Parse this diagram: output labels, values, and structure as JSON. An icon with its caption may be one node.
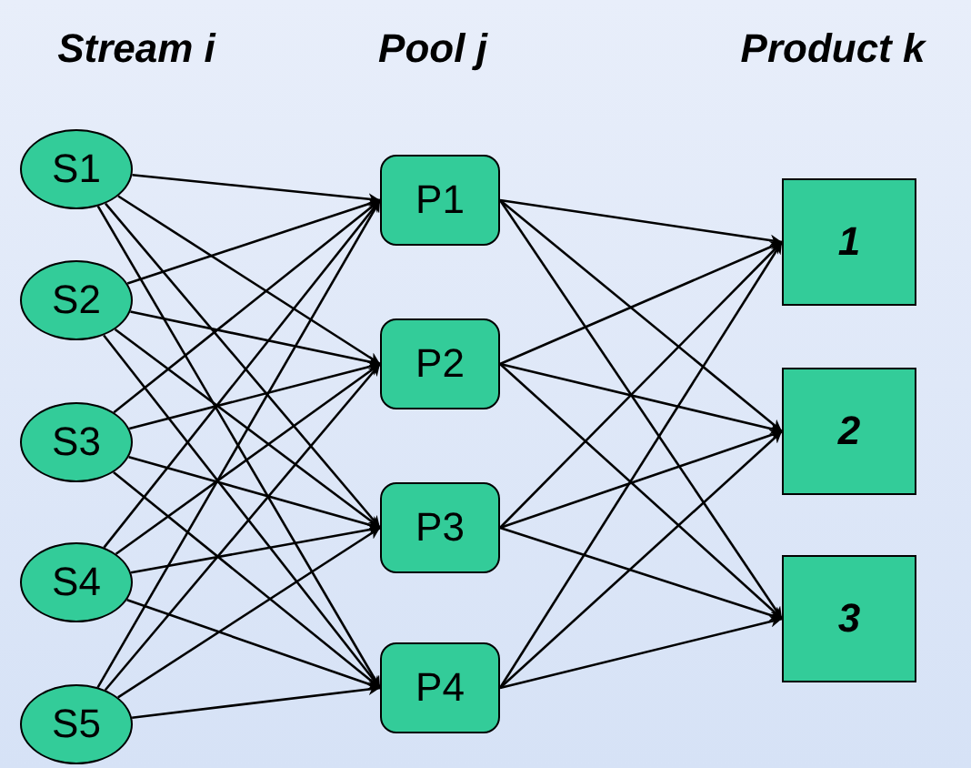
{
  "diagram": {
    "nodes": [
      {
        "text": [
          "S1"
        ]
      },
      {
        "text": [
          "S2"
        ]
      },
      {
        "text": [
          "S3"
        ]
      },
      {
        "text": [
          "S4"
        ]
      },
      {
        "text": [
          "S5"
        ]
      },
      {
        "text": [
          "P1"
        ]
      },
      {
        "text": [
          "P2"
        ]
      },
      {
        "text": [
          "P3"
        ]
      },
      {
        "text": [
          "P4"
        ]
      },
      {
        "text": [
          "1"
        ]
      },
      {
        "text": [
          "2"
        ]
      },
      {
        "text": [
          "3"
        ]
      }
    ],
    "edges": [
      {
        "from": 0,
        "to": 5,
        "arrow": "to"
      },
      {
        "from": 0,
        "to": 6,
        "arrow": "to"
      },
      {
        "from": 0,
        "to": 7,
        "arrow": "to"
      },
      {
        "from": 0,
        "to": 8,
        "arrow": "to"
      },
      {
        "from": 1,
        "to": 5,
        "arrow": "to"
      },
      {
        "from": 1,
        "to": 6,
        "arrow": "to"
      },
      {
        "from": 1,
        "to": 7,
        "arrow": "to"
      },
      {
        "from": 1,
        "to": 8,
        "arrow": "to"
      },
      {
        "from": 2,
        "to": 5,
        "arrow": "to"
      },
      {
        "from": 2,
        "to": 6,
        "arrow": "to"
      },
      {
        "from": 2,
        "to": 7,
        "arrow": "to"
      },
      {
        "from": 2,
        "to": 8,
        "arrow": "to"
      },
      {
        "from": 3,
        "to": 5,
        "arrow": "to"
      },
      {
        "from": 3,
        "to": 6,
        "arrow": "to"
      },
      {
        "from": 3,
        "to": 7,
        "arrow": "to"
      },
      {
        "from": 3,
        "to": 8,
        "arrow": "to"
      },
      {
        "from": 4,
        "to": 5,
        "arrow": "to"
      },
      {
        "from": 4,
        "to": 6,
        "arrow": "to"
      },
      {
        "from": 4,
        "to": 7,
        "arrow": "to"
      },
      {
        "from": 4,
        "to": 8,
        "arrow": "to"
      },
      {
        "from": 5,
        "to": 9,
        "arrow": "to"
      },
      {
        "from": 5,
        "to": 10,
        "arrow": "to"
      },
      {
        "from": 5,
        "to": 11,
        "arrow": "to"
      },
      {
        "from": 6,
        "to": 9,
        "arrow": "to"
      },
      {
        "from": 6,
        "to": 10,
        "arrow": "to"
      },
      {
        "from": 6,
        "to": 11,
        "arrow": "to"
      },
      {
        "from": 7,
        "to": 9,
        "arrow": "to"
      },
      {
        "from": 7,
        "to": 10,
        "arrow": "to"
      },
      {
        "from": 7,
        "to": 11,
        "arrow": "to"
      },
      {
        "from": 8,
        "to": 9,
        "arrow": "to"
      },
      {
        "from": 8,
        "to": 10,
        "arrow": "to"
      },
      {
        "from": 8,
        "to": 11,
        "arrow": "to"
      }
    ],
    "labels": [
      "Stream i",
      "Pool j",
      "Product k"
    ]
  }
}
